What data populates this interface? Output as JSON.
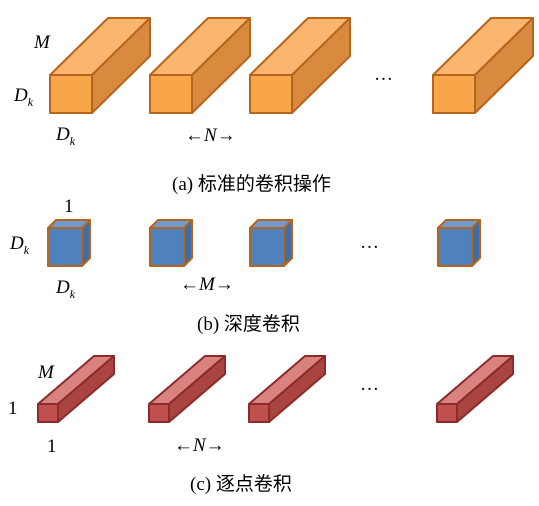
{
  "colors": {
    "standard_front": "#F9A54A",
    "standard_top": "#FAB66E",
    "standard_side": "#D98A3F",
    "standard_stroke": "#B5651D",
    "depthwise_front": "#4F81BD",
    "depthwise_top": "#6F9BD0",
    "depthwise_side": "#3F6DA6",
    "depthwise_stroke": "#B5651D",
    "pointwise_front": "#C0504D",
    "pointwise_top": "#D98280",
    "pointwise_side": "#A94441",
    "pointwise_stroke": "#8B2C2A"
  },
  "panel_a": {
    "label_M": "M",
    "label_Dk_left": "D",
    "label_Dk_left_sub": "k",
    "label_Dk_bottom": "D",
    "label_Dk_bottom_sub": "k",
    "count_label": "←N→",
    "ellipsis": "…",
    "caption": "(a)  标准的卷积操作"
  },
  "panel_b": {
    "label_1": "1",
    "label_Dk_left": "D",
    "label_Dk_left_sub": "k",
    "label_Dk_bottom": "D",
    "label_Dk_bottom_sub": "k",
    "count_label": "←M→",
    "ellipsis": "…",
    "caption": "(b)  深度卷积"
  },
  "panel_c": {
    "label_M": "M",
    "label_1_left": "1",
    "label_1_bottom": "1",
    "count_label": "←N→",
    "ellipsis": "…",
    "caption": "(c)  逐点卷积"
  }
}
